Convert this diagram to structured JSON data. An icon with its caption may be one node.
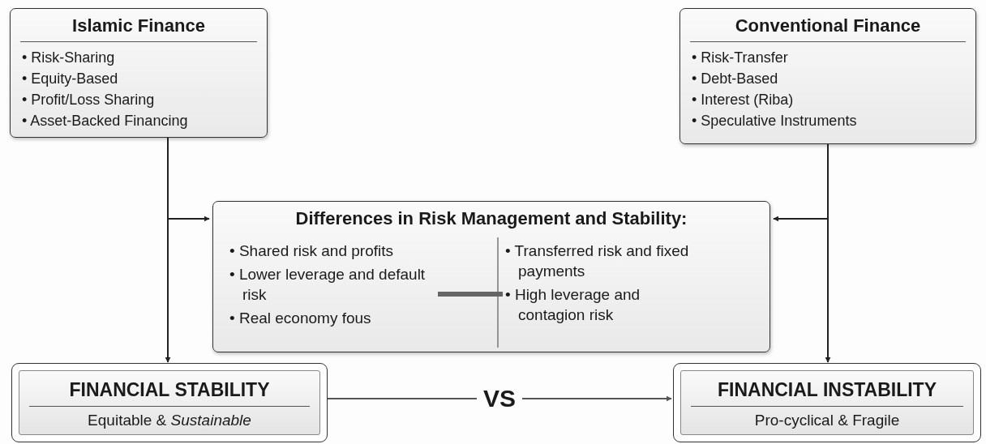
{
  "diagram": {
    "nodes": [
      {
        "text": [
          "Islamic Finance",
          "• Risk-Sharing",
          "• Equity-Based",
          "• Profit/Loss Sharing",
          "• Asset-Backed Financing"
        ]
      },
      {
        "text": [
          "Conventional Finance",
          "• Risk-Transfer",
          "• Debt-Based",
          "• Interest (Riba)",
          "• Speculative Instruments"
        ]
      },
      {
        "text": [
          "Differences in Risk Management and Stability:"
        ]
      },
      {
        "text": [
          "• Shared risk and profits",
          "• Lower leverage and default risk",
          "• Real economy fous"
        ],
        "in": 2
      },
      {
        "text": [
          "• Transferred risk and fixed payments",
          "• High leverage and contagion risk"
        ],
        "in": 2
      },
      {
        "text": [
          "FINANCIAL STABILITY",
          "Equitable & *Sustainable*"
        ]
      },
      {
        "text": [
          "FINANCIAL INSTABILITY",
          "Pro-cyclical & Fragile"
        ]
      }
    ],
    "edges": [
      {
        "from": 0,
        "to": 2,
        "arrow": "to"
      },
      {
        "from": 0,
        "to": 5,
        "arrow": "to"
      },
      {
        "from": 1,
        "to": 2,
        "arrow": "to"
      },
      {
        "from": 1,
        "to": 6,
        "arrow": "to"
      },
      {
        "from": 3,
        "to": 4,
        "arrow": "to",
        "style": "thick",
        "color": "#666666"
      },
      {
        "from": 5,
        "to": 6,
        "arrow": "to",
        "label": "VS",
        "color": "#555555"
      }
    ]
  }
}
